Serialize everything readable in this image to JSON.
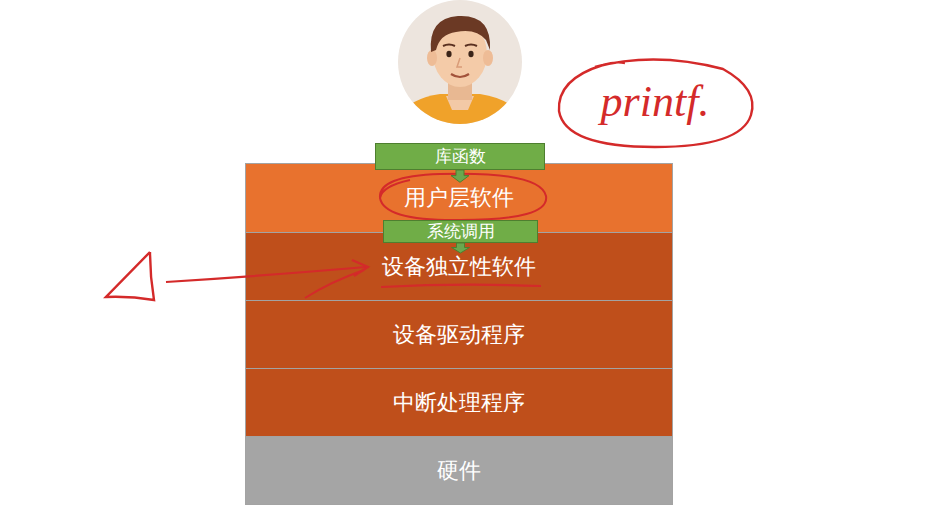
{
  "diagram": {
    "nodes": [
      {
        "text": [
          "printf."
        ]
      },
      {
        "text": [
          "库函数"
        ]
      },
      {
        "text": [
          "用户层软件"
        ]
      },
      {
        "text": [
          "系统调用"
        ]
      },
      {
        "text": [
          "设备独立性软件"
        ]
      },
      {
        "text": [
          "设备驱动程序"
        ]
      },
      {
        "text": [
          "中断处理程序"
        ]
      },
      {
        "text": [
          "硬件"
        ]
      }
    ],
    "edges": [
      {
        "from": 1,
        "to": 2,
        "arrow": "to"
      },
      {
        "from": 3,
        "to": 4,
        "arrow": "to"
      }
    ]
  }
}
